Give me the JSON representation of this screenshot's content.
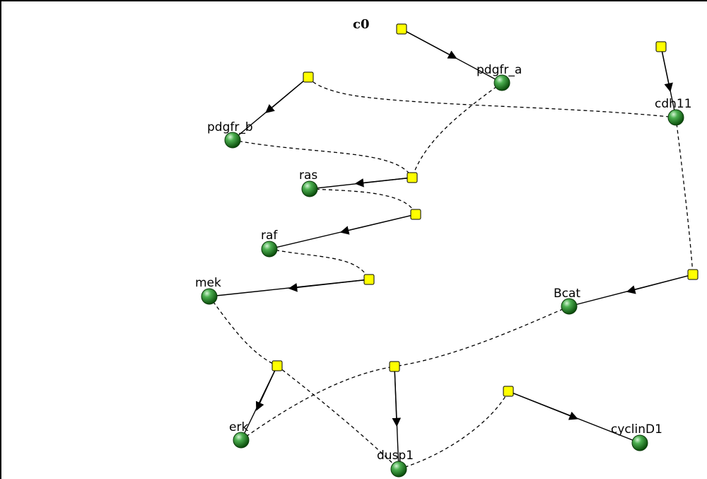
{
  "diagram": {
    "title": "c0",
    "nodes": {
      "pdgfr_a": "pdgfr_a",
      "cdh11": "cdh11",
      "pdgfr_b": "pdgfr_b",
      "ras": "ras",
      "raf": "raf",
      "mek": "mek",
      "Bcat": "Bcat",
      "erk": "erk",
      "dusp1": "dusp1",
      "cyclinD1": "cyclinD1"
    },
    "colors": {
      "node_fill": "#2e8b2e",
      "node_highlight": "#c8f0c8",
      "square_fill": "#ffff00",
      "edge": "#000000"
    }
  }
}
